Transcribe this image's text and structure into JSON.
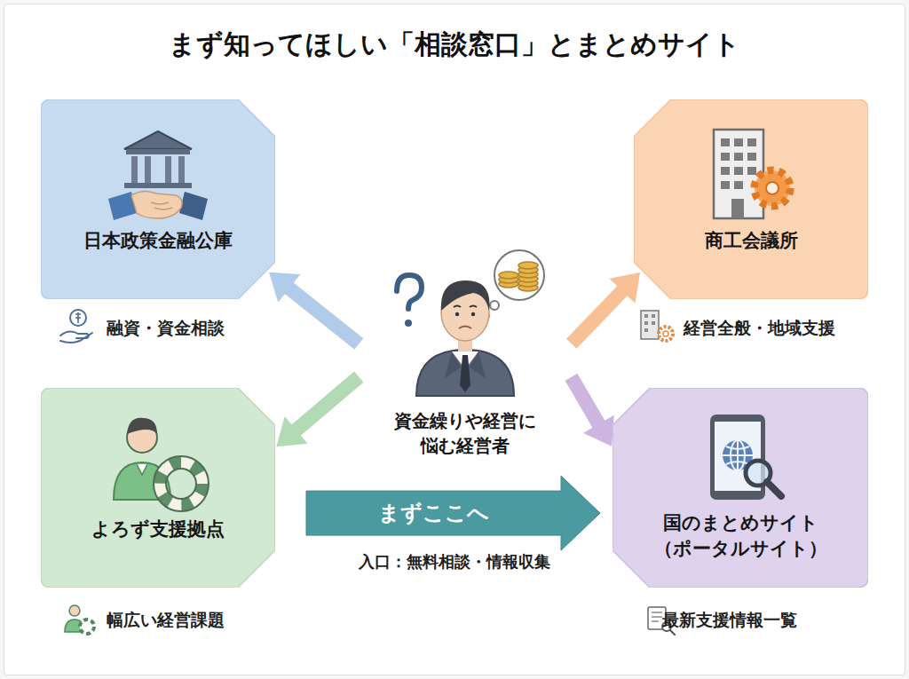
{
  "diagram": {
    "title": "まず知ってほしい「相談窓口」とまとめサイト",
    "nodes": [
      {
        "text": [
          "日本政策金融公庫",
          "融資・資金相談"
        ]
      },
      {
        "text": [
          "商工会議所",
          "経営全般・地域支援"
        ]
      },
      {
        "text": [
          "資金繰りや経営に 悩む経営者"
        ]
      },
      {
        "text": [
          "よろず支援拠点",
          "幅広い経営課題"
        ]
      },
      {
        "text": [
          "国のまとめサイト （ポータルサイト）",
          "最新支援情報一覧"
        ]
      }
    ],
    "edges": [
      {
        "from": 2,
        "to": 0,
        "arrow": "to"
      },
      {
        "from": 2,
        "to": 1,
        "arrow": "to"
      },
      {
        "from": 2,
        "to": 3,
        "arrow": "to"
      },
      {
        "from": 2,
        "to": 4,
        "arrow": "to"
      },
      {
        "from": 3,
        "to": 4,
        "label": "まずここへ",
        "arrow": "to"
      }
    ],
    "labels": [
      "入口：無料相談・情報収集"
    ]
  }
}
